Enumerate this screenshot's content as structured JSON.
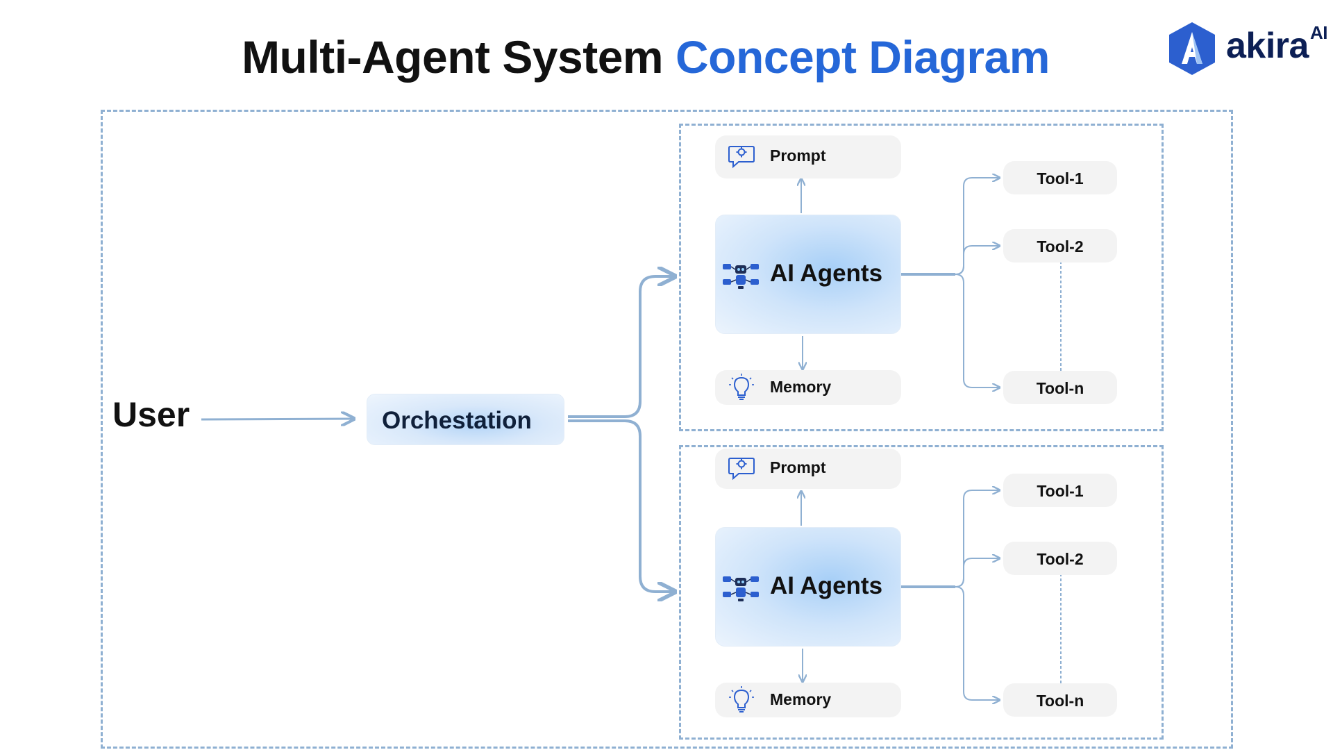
{
  "header": {
    "title_main": "Multi-Agent System",
    "title_accent": "Concept Diagram",
    "logo_text": "akira",
    "logo_sup": "AI"
  },
  "diagram": {
    "user_label": "User",
    "orchestration_label": "Orchestation",
    "groups": [
      {
        "prompt_label": "Prompt",
        "agent_label": "AI Agents",
        "memory_label": "Memory",
        "tools": [
          "Tool-1",
          "Tool-2",
          "Tool-n"
        ]
      },
      {
        "prompt_label": "Prompt",
        "agent_label": "AI Agents",
        "memory_label": "Memory",
        "tools": [
          "Tool-1",
          "Tool-2",
          "Tool-n"
        ]
      }
    ]
  },
  "colors": {
    "accent": "#2567d8",
    "connector": "#8fb0d2",
    "logo_mark": "#2c5fcf",
    "pill_bg": "#f3f3f3"
  },
  "icons": {
    "prompt": "chat-gear-icon",
    "memory": "lightbulb-icon",
    "agent": "robot-network-icon",
    "logo": "akira-a-logo-icon"
  }
}
